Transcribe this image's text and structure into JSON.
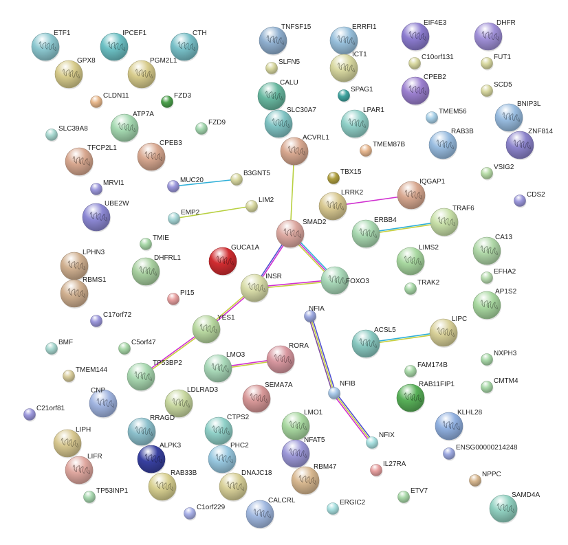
{
  "network": {
    "nodes": [
      {
        "label": "ETF1",
        "color": "#8cc8d0"
      },
      {
        "label": "IPCEF1",
        "color": "#6cc0c4"
      },
      {
        "label": "CTH",
        "color": "#78c0c8"
      },
      {
        "label": "GPX8",
        "color": "#d8cc8c"
      },
      {
        "label": "PGM2L1",
        "color": "#d8cc8c"
      },
      {
        "label": "CLDN11",
        "color": "#e8b88c"
      },
      {
        "label": "FZD3",
        "color": "#4ca04c"
      },
      {
        "label": "ATP7A",
        "color": "#a4d8b0"
      },
      {
        "label": "FZD9",
        "color": "#a4d8b0"
      },
      {
        "label": "SLC39A8",
        "color": "#a8d8d0"
      },
      {
        "label": "TFCP2L1",
        "color": "#d8a890"
      },
      {
        "label": "CPEB3",
        "color": "#d8a890"
      },
      {
        "label": "MRVI1",
        "color": "#9c98dc"
      },
      {
        "label": "UBE2W",
        "color": "#8c88d4"
      },
      {
        "label": "MUC20",
        "color": "#9c98dc"
      },
      {
        "label": "B3GNT5",
        "color": "#d8d8a0"
      },
      {
        "label": "EMP2",
        "color": "#a8d8d8"
      },
      {
        "label": "LIM2",
        "color": "#d8d8a0"
      },
      {
        "label": "TMIE",
        "color": "#a8d8a8"
      },
      {
        "label": "LPHN3",
        "color": "#d0b090"
      },
      {
        "label": "RBMS1",
        "color": "#d0b090"
      },
      {
        "label": "DHFRL1",
        "color": "#a8d0a0"
      },
      {
        "label": "GUCA1A",
        "color": "#d02c30"
      },
      {
        "label": "PI15",
        "color": "#e8a0a0"
      },
      {
        "label": "C17orf72",
        "color": "#9c98dc"
      },
      {
        "label": "BMF",
        "color": "#a8d8d0"
      },
      {
        "label": "C5orf47",
        "color": "#a8d8a8"
      },
      {
        "label": "TMEM144",
        "color": "#d8cc9c"
      },
      {
        "label": "TP53BP2",
        "color": "#a8d8b0"
      },
      {
        "label": "CNP",
        "color": "#a0b4e0"
      },
      {
        "label": "C21orf81",
        "color": "#9c98dc"
      },
      {
        "label": "LDLRAD3",
        "color": "#c8d8a0"
      },
      {
        "label": "RRAGD",
        "color": "#8cc0cc"
      },
      {
        "label": "LIPH",
        "color": "#d8c890"
      },
      {
        "label": "ALPK3",
        "color": "#3840a0"
      },
      {
        "label": "LIFR",
        "color": "#e0a8a0"
      },
      {
        "label": "RAB33B",
        "color": "#d8d090"
      },
      {
        "label": "TP53INP1",
        "color": "#a8d8b0"
      },
      {
        "label": "C1orf229",
        "color": "#a8b0e8"
      },
      {
        "label": "TNFSF15",
        "color": "#90b0d0"
      },
      {
        "label": "SLFN5",
        "color": "#d8d8a0"
      },
      {
        "label": "ERRFI1",
        "color": "#98c0dc"
      },
      {
        "label": "ICT1",
        "color": "#d8d8a0"
      },
      {
        "label": "SPAG1",
        "color": "#40a4a0"
      },
      {
        "label": "CALU",
        "color": "#68b8a0"
      },
      {
        "label": "SLC30A7",
        "color": "#80c4c4"
      },
      {
        "label": "LPAR1",
        "color": "#90d0c8"
      },
      {
        "label": "TMEM87B",
        "color": "#e8b890"
      },
      {
        "label": "ACVRL1",
        "color": "#d8a890"
      },
      {
        "label": "TBX15",
        "color": "#b0a040"
      },
      {
        "label": "LRRK2",
        "color": "#d8c890"
      },
      {
        "label": "IQGAP1",
        "color": "#d8a890"
      },
      {
        "label": "SMAD2",
        "color": "#dca8a0"
      },
      {
        "label": "ERBB4",
        "color": "#a8d8b0"
      },
      {
        "label": "TRAF6",
        "color": "#c8e0a8"
      },
      {
        "label": "INSR",
        "color": "#d8dca8"
      },
      {
        "label": "FOXO3",
        "color": "#a8d8b8"
      },
      {
        "label": "YES1",
        "color": "#b8d8a0"
      },
      {
        "label": "LMO3",
        "color": "#a8d8b8"
      },
      {
        "label": "RORA",
        "color": "#d898a0"
      },
      {
        "label": "SEMA7A",
        "color": "#d89898"
      },
      {
        "label": "NFIA",
        "color": "#9ca8e0"
      },
      {
        "label": "NFIB",
        "color": "#a8c8e8"
      },
      {
        "label": "NFIX",
        "color": "#a8e0e0"
      },
      {
        "label": "LMO1",
        "color": "#a8d8a0"
      },
      {
        "label": "NFAT5",
        "color": "#9c98d8"
      },
      {
        "label": "CTPS2",
        "color": "#90d0c8"
      },
      {
        "label": "PHC2",
        "color": "#98c8e0"
      },
      {
        "label": "DNAJC18",
        "color": "#d8d098"
      },
      {
        "label": "RBM47",
        "color": "#d8b890"
      },
      {
        "label": "CALCRL",
        "color": "#a0b8e0"
      },
      {
        "label": "ERGIC2",
        "color": "#a8e0e0"
      },
      {
        "label": "IL27RA",
        "color": "#e8a0a0"
      },
      {
        "label": "ETV7",
        "color": "#a8d8a8"
      },
      {
        "label": "EIF4E3",
        "color": "#8c7cd0"
      },
      {
        "label": "C10orf131",
        "color": "#d8d8a0"
      },
      {
        "label": "CPEB2",
        "color": "#9c80d0"
      },
      {
        "label": "TMEM56",
        "color": "#a8d0e8"
      },
      {
        "label": "RAB3B",
        "color": "#98bce0"
      },
      {
        "label": "DHFR",
        "color": "#a090d8"
      },
      {
        "label": "FUT1",
        "color": "#d8d8a0"
      },
      {
        "label": "SCD5",
        "color": "#d8d8a0"
      },
      {
        "label": "BNIP3L",
        "color": "#98bce0"
      },
      {
        "label": "ZNF814",
        "color": "#8c84cc"
      },
      {
        "label": "VSIG2",
        "color": "#b8dca8"
      },
      {
        "label": "CDS2",
        "color": "#9c98dc"
      },
      {
        "label": "CA13",
        "color": "#b0d8a8"
      },
      {
        "label": "EFHA2",
        "color": "#b8dcb0"
      },
      {
        "label": "LIMS2",
        "color": "#a8d8a0"
      },
      {
        "label": "TRAK2",
        "color": "#a8d8a8"
      },
      {
        "label": "AP1S2",
        "color": "#a8d8a0"
      },
      {
        "label": "ACSL5",
        "color": "#88c8c0"
      },
      {
        "label": "LIPC",
        "color": "#d8d098"
      },
      {
        "label": "NXPH3",
        "color": "#a8d8a8"
      },
      {
        "label": "FAM174B",
        "color": "#a8d8a8"
      },
      {
        "label": "CMTM4",
        "color": "#a8d8a8"
      },
      {
        "label": "RAB11FIP1",
        "color": "#58b058"
      },
      {
        "label": "KLHL28",
        "color": "#90b0e0"
      },
      {
        "label": "ENSG00000214248",
        "color": "#9ca8e0"
      },
      {
        "label": "NPPC",
        "color": "#d8b890"
      },
      {
        "label": "SAMD4A",
        "color": "#90d0c0"
      }
    ],
    "edges": [
      {
        "from": "MUC20",
        "to": "B3GNT5",
        "colors": [
          "#30b0d8"
        ]
      },
      {
        "from": "EMP2",
        "to": "LIM2",
        "colors": [
          "#b8d040"
        ]
      },
      {
        "from": "ACVRL1",
        "to": "SMAD2",
        "colors": [
          "#b8d040"
        ]
      },
      {
        "from": "LRRK2",
        "to": "IQGAP1",
        "colors": [
          "#d030d0"
        ]
      },
      {
        "from": "ERBB4",
        "to": "TRAF6",
        "colors": [
          "#30b0d8",
          "#c8d040"
        ]
      },
      {
        "from": "SMAD2",
        "to": "INSR",
        "colors": [
          "#d030d0",
          "#5050d0"
        ]
      },
      {
        "from": "SMAD2",
        "to": "FOXO3",
        "colors": [
          "#30b0d8",
          "#d030d0",
          "#c8d040"
        ]
      },
      {
        "from": "INSR",
        "to": "FOXO3",
        "colors": [
          "#d030d0",
          "#c8d040"
        ]
      },
      {
        "from": "INSR",
        "to": "YES1",
        "colors": [
          "#d030d0",
          "#c8d040"
        ]
      },
      {
        "from": "YES1",
        "to": "TP53BP2",
        "colors": [
          "#c8d040",
          "#d030d0"
        ]
      },
      {
        "from": "LMO3",
        "to": "RORA",
        "colors": [
          "#d030d0",
          "#c8d040"
        ]
      },
      {
        "from": "NFIA",
        "to": "NFIB",
        "colors": [
          "#5050d0",
          "#c8d040",
          "#8050a0"
        ]
      },
      {
        "from": "NFIB",
        "to": "NFIX",
        "colors": [
          "#5050d0",
          "#c8d040",
          "#d030d0"
        ]
      },
      {
        "from": "ACSL5",
        "to": "LIPC",
        "colors": [
          "#30b0d8",
          "#c8d040"
        ]
      }
    ]
  }
}
